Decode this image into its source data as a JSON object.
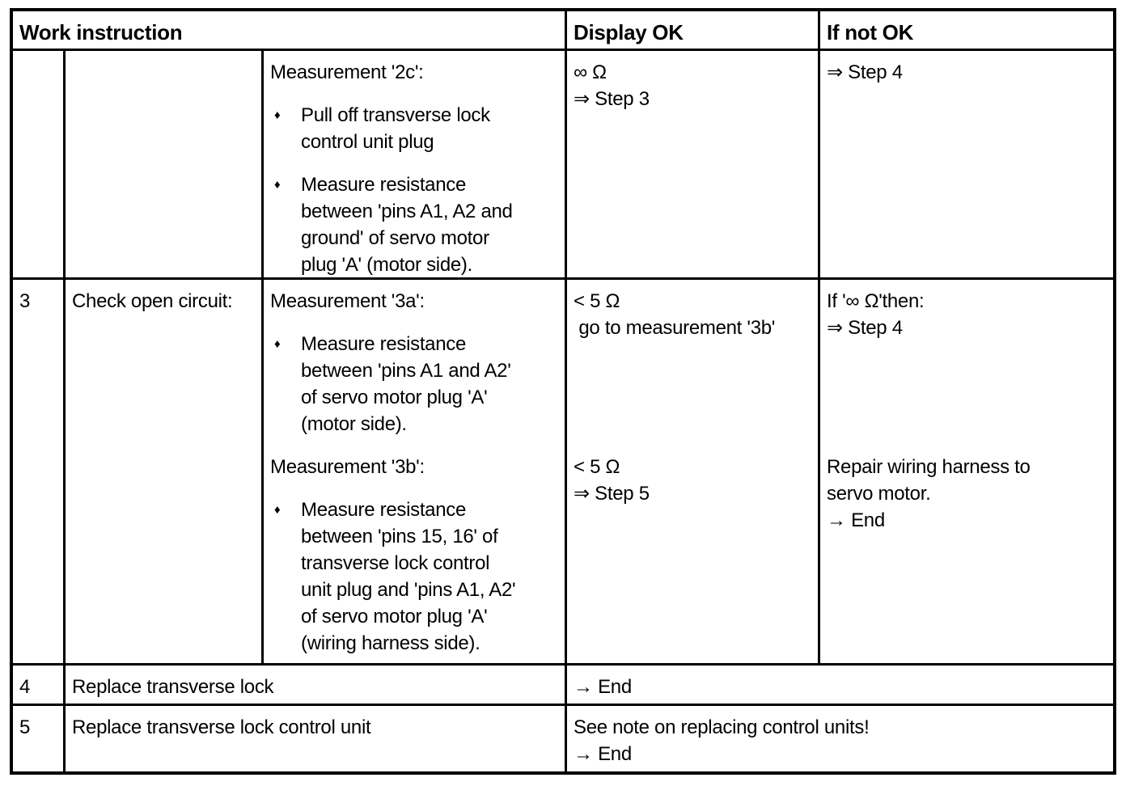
{
  "page": {
    "background": "#ffffff",
    "border_color": "#000000",
    "text_color": "#000000"
  },
  "icons": {
    "bullet": "♦"
  },
  "header": {
    "work_instruction": "Work instruction",
    "display_ok": "Display OK",
    "if_not_ok": "If not OK"
  },
  "row_2c": {
    "step": "",
    "check": "",
    "measurement_title": "Measurement '2c':",
    "bullet1_lines": [
      "Pull off transverse lock",
      "control unit plug"
    ],
    "bullet2_lines": [
      "Measure resistance",
      "between 'pins A1, A2 and",
      "ground' of servo motor",
      "plug 'A' (motor side)."
    ],
    "display_ok_lines": [
      "∞ Ω",
      "⇒ Step 3"
    ],
    "if_not_ok_lines": [
      "⇒ Step 4"
    ]
  },
  "row_3": {
    "step": "3",
    "check": "Check open circuit:",
    "block_a": {
      "measurement_title": "Measurement '3a':",
      "bullet_lines": [
        "Measure resistance",
        "between 'pins A1 and A2'",
        "of servo motor plug 'A'",
        "(motor side)."
      ],
      "display_ok_lines": [
        "< 5 Ω",
        " go to measurement '3b'"
      ],
      "if_not_ok_lines": [
        "If '∞ Ω'then:",
        "⇒ Step 4"
      ]
    },
    "block_b": {
      "measurement_title": "Measurement '3b':",
      "bullet_lines": [
        "Measure resistance",
        "between 'pins 15, 16' of",
        "transverse lock control",
        "unit plug and 'pins A1, A2'",
        "of servo motor plug 'A'",
        "(wiring harness side)."
      ],
      "display_ok_lines": [
        "< 5 Ω",
        "⇒ Step 5"
      ],
      "if_not_ok_lines": [
        "Repair wiring harness to",
        "servo motor.",
        "→ End"
      ]
    }
  },
  "row_4": {
    "step": "4",
    "instruction": "Replace transverse lock",
    "result_lines": [
      "→ End"
    ]
  },
  "row_5": {
    "step": "5",
    "instruction": "Replace transverse lock control unit",
    "result_lines": [
      "See note on replacing control units!",
      "→ End"
    ]
  }
}
